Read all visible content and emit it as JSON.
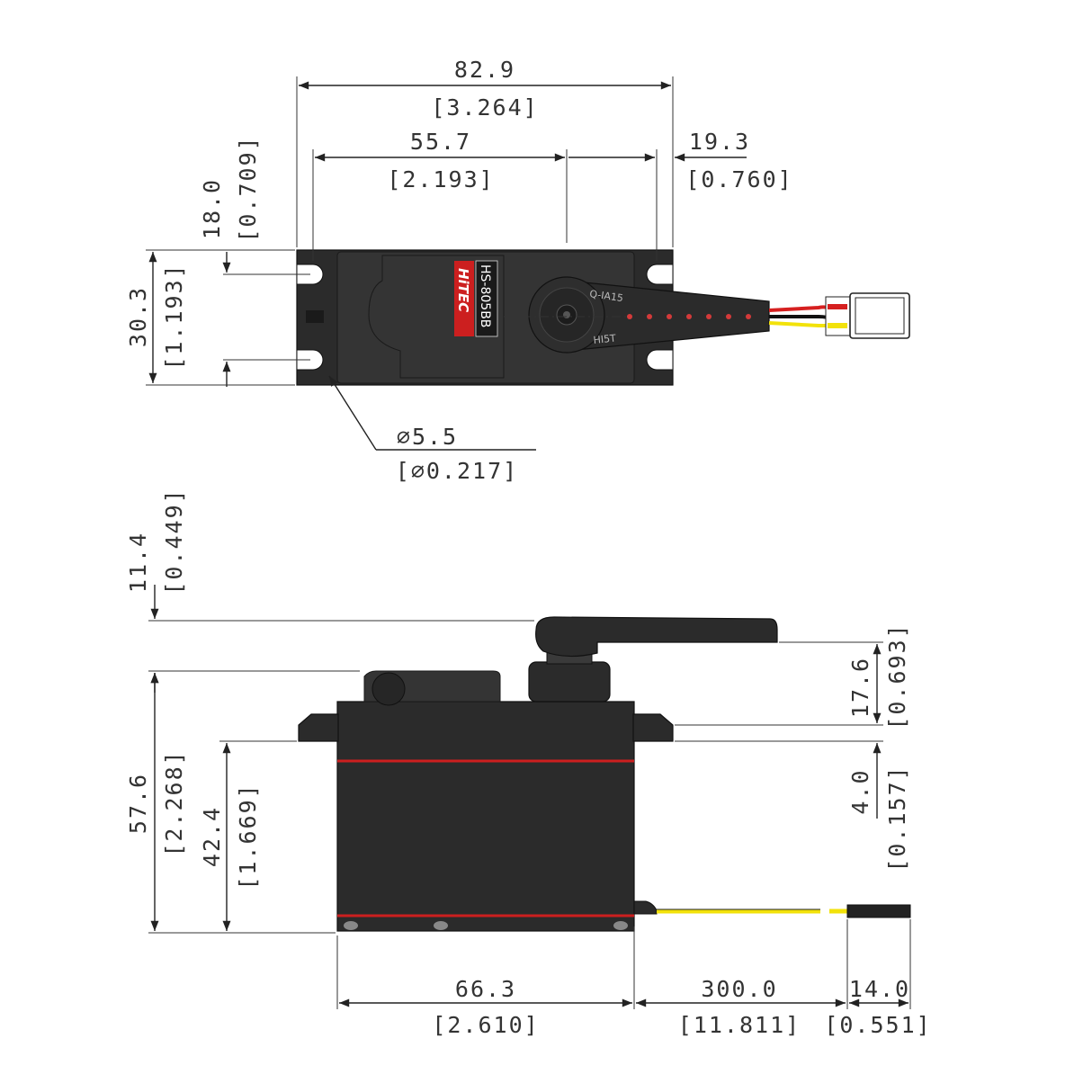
{
  "model_label": "HS-805BB",
  "brand_label": "HiTEC",
  "horn_text_top": "Q-IA15",
  "horn_text_bottom": "HI5T",
  "colors": {
    "body": "#2b2b2b",
    "accent_red": "#cc1f1f",
    "wire_yellow": "#f2e20a",
    "wire_red": "#d62020",
    "wire_black": "#111111"
  },
  "top_view": {
    "overall_length": {
      "mm": "82.9",
      "in": "[3.264]"
    },
    "hole_spacing": {
      "mm": "55.7",
      "in": "[2.193]"
    },
    "horn_offset": {
      "mm": "19.3",
      "in": "[0.760]"
    },
    "mount_offset": {
      "mm": "18.0",
      "in": "[0.709]"
    },
    "width": {
      "mm": "30.3",
      "in": "[1.193]"
    },
    "hole_diameter": {
      "mm": "⌀5.5",
      "in": "[⌀0.217]"
    }
  },
  "side_view": {
    "horn_height": {
      "mm": "11.4",
      "in": "[0.449]"
    },
    "body_height": {
      "mm": "57.6",
      "in": "[2.268]"
    },
    "flange_height": {
      "mm": "42.4",
      "in": "[1.669]"
    },
    "top_to_flange": {
      "mm": "17.6",
      "in": "[0.693]"
    },
    "flange_thickness": {
      "mm": "4.0",
      "in": "[0.157]"
    },
    "body_length": {
      "mm": "66.3",
      "in": "[2.610]"
    },
    "wire_length": {
      "mm": "300.0",
      "in": "[11.811]"
    },
    "connector_length": {
      "mm": "14.0",
      "in": "[0.551]"
    }
  }
}
